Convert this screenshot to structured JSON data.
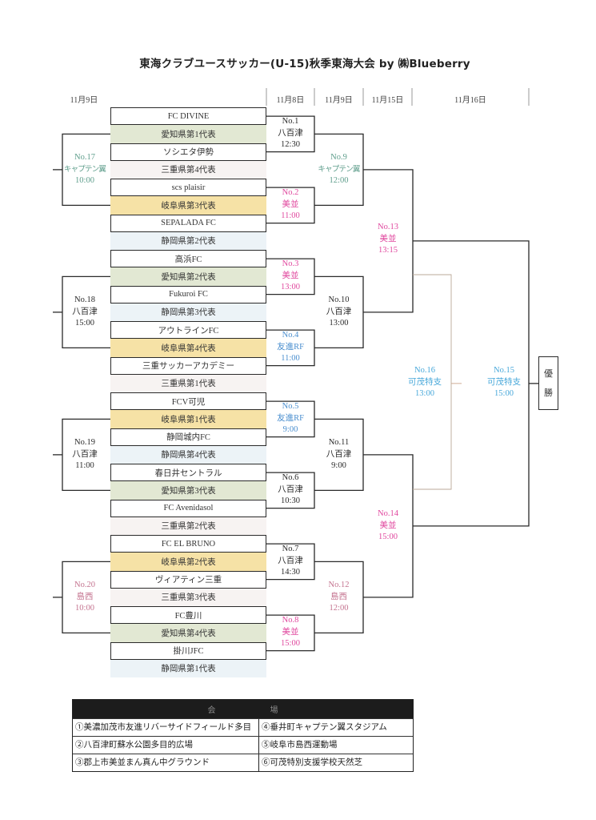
{
  "title": "東海クラブユースサッカー(U-15)秋季東海大会 by ㈱Blueberry",
  "dates": {
    "left": "11月9日",
    "round1": "11月8日",
    "round2": "11月9日",
    "semifinal": "11月15日",
    "final": "11月16日"
  },
  "region_colors": {
    "club": "#ffffff",
    "aichi": "#e2e8d3",
    "gifu": "#f6e2a6",
    "mie": "#f7f3f2",
    "shizuoka": "#ecf3f7"
  },
  "label_colors": {
    "black": "#2a2a2a",
    "teal": "#5f9e8c",
    "magenta": "#e0479e",
    "blue": "#4b8fcf",
    "sky": "#48a8da",
    "rose": "#c4738f"
  },
  "teams": [
    {
      "name": "FC DIVINE",
      "type": "club"
    },
    {
      "name": "愛知県第1代表",
      "type": "aichi"
    },
    {
      "name": "ソシエタ伊勢",
      "type": "club"
    },
    {
      "name": "三重県第4代表",
      "type": "mie"
    },
    {
      "name": "scs plaisir",
      "type": "club"
    },
    {
      "name": "岐阜県第3代表",
      "type": "gifu"
    },
    {
      "name": "SEPALADA FC",
      "type": "club"
    },
    {
      "name": "静岡県第2代表",
      "type": "shizuoka"
    },
    {
      "name": "高浜FC",
      "type": "club"
    },
    {
      "name": "愛知県第2代表",
      "type": "aichi"
    },
    {
      "name": "Fukuroi FC",
      "type": "club"
    },
    {
      "name": "静岡県第3代表",
      "type": "shizuoka"
    },
    {
      "name": "アウトラインFC",
      "type": "club"
    },
    {
      "name": "岐阜県第4代表",
      "type": "gifu"
    },
    {
      "name": "三重サッカーアカデミー",
      "type": "club"
    },
    {
      "name": "三重県第1代表",
      "type": "mie"
    },
    {
      "name": "FCV可児",
      "type": "club"
    },
    {
      "name": "岐阜県第1代表",
      "type": "gifu"
    },
    {
      "name": "静岡城内FC",
      "type": "club"
    },
    {
      "name": "静岡県第4代表",
      "type": "shizuoka"
    },
    {
      "name": "春日井セントラル",
      "type": "club"
    },
    {
      "name": "愛知県第3代表",
      "type": "aichi"
    },
    {
      "name": "FC Avenidasol",
      "type": "club"
    },
    {
      "name": "三重県第2代表",
      "type": "mie"
    },
    {
      "name": "FC EL BRUNO",
      "type": "club"
    },
    {
      "name": "岐阜県第2代表",
      "type": "gifu"
    },
    {
      "name": "ヴィアティン三重",
      "type": "club"
    },
    {
      "name": "三重県第3代表",
      "type": "mie"
    },
    {
      "name": "FC豊川",
      "type": "club"
    },
    {
      "name": "愛知県第4代表",
      "type": "aichi"
    },
    {
      "name": "掛川JFC",
      "type": "club"
    },
    {
      "name": "静岡県第1代表",
      "type": "shizuoka"
    }
  ],
  "matches": [
    {
      "no": "No.1",
      "venue": "八百津",
      "time": "12:30",
      "color": "black"
    },
    {
      "no": "No.2",
      "venue": "美並",
      "time": "11:00",
      "color": "magenta"
    },
    {
      "no": "No.3",
      "venue": "美並",
      "time": "13:00",
      "color": "magenta"
    },
    {
      "no": "No.4",
      "venue": "友進RF",
      "time": "11:00",
      "color": "blue"
    },
    {
      "no": "No.5",
      "venue": "友進RF",
      "time": "9:00",
      "color": "blue"
    },
    {
      "no": "No.6",
      "venue": "八百津",
      "time": "10:30",
      "color": "black"
    },
    {
      "no": "No.7",
      "venue": "八百津",
      "time": "14:30",
      "color": "black"
    },
    {
      "no": "No.8",
      "venue": "美並",
      "time": "15:00",
      "color": "magenta"
    },
    {
      "no": "No.9",
      "venue": "キャプテン翼",
      "time": "12:00",
      "color": "teal"
    },
    {
      "no": "No.10",
      "venue": "八百津",
      "time": "13:00",
      "color": "black"
    },
    {
      "no": "No.11",
      "venue": "八百津",
      "time": "9:00",
      "color": "black"
    },
    {
      "no": "No.12",
      "venue": "島西",
      "time": "12:00",
      "color": "rose"
    },
    {
      "no": "No.13",
      "venue": "美並",
      "time": "13:15",
      "color": "magenta"
    },
    {
      "no": "No.14",
      "venue": "美並",
      "time": "15:00",
      "color": "magenta"
    },
    {
      "no": "No.15",
      "venue": "可茂特支",
      "time": "15:00",
      "color": "sky"
    },
    {
      "no": "No.16",
      "venue": "可茂特支",
      "time": "13:00",
      "color": "sky"
    },
    {
      "no": "No.17",
      "venue": "キャプテン翼",
      "time": "10:00",
      "color": "teal"
    },
    {
      "no": "No.18",
      "venue": "八百津",
      "time": "15:00",
      "color": "black"
    },
    {
      "no": "No.19",
      "venue": "八百津",
      "time": "11:00",
      "color": "black"
    },
    {
      "no": "No.20",
      "venue": "島西",
      "time": "10:00",
      "color": "rose"
    }
  ],
  "champion": {
    "char1": "優",
    "char2": "勝"
  },
  "venues": {
    "header": "会場",
    "rows": [
      {
        "left": "①美濃加茂市友進リバーサイドフィールド多目",
        "right": "④垂井町キャプテン翼スタジアム"
      },
      {
        "left": "②八百津町蘇水公園多目的広場",
        "right": "⑤岐阜市島西運動場"
      },
      {
        "left": "③郡上市美並まん真ん中グラウンド",
        "right": "⑥可茂特別支援学校天然芝"
      }
    ]
  }
}
